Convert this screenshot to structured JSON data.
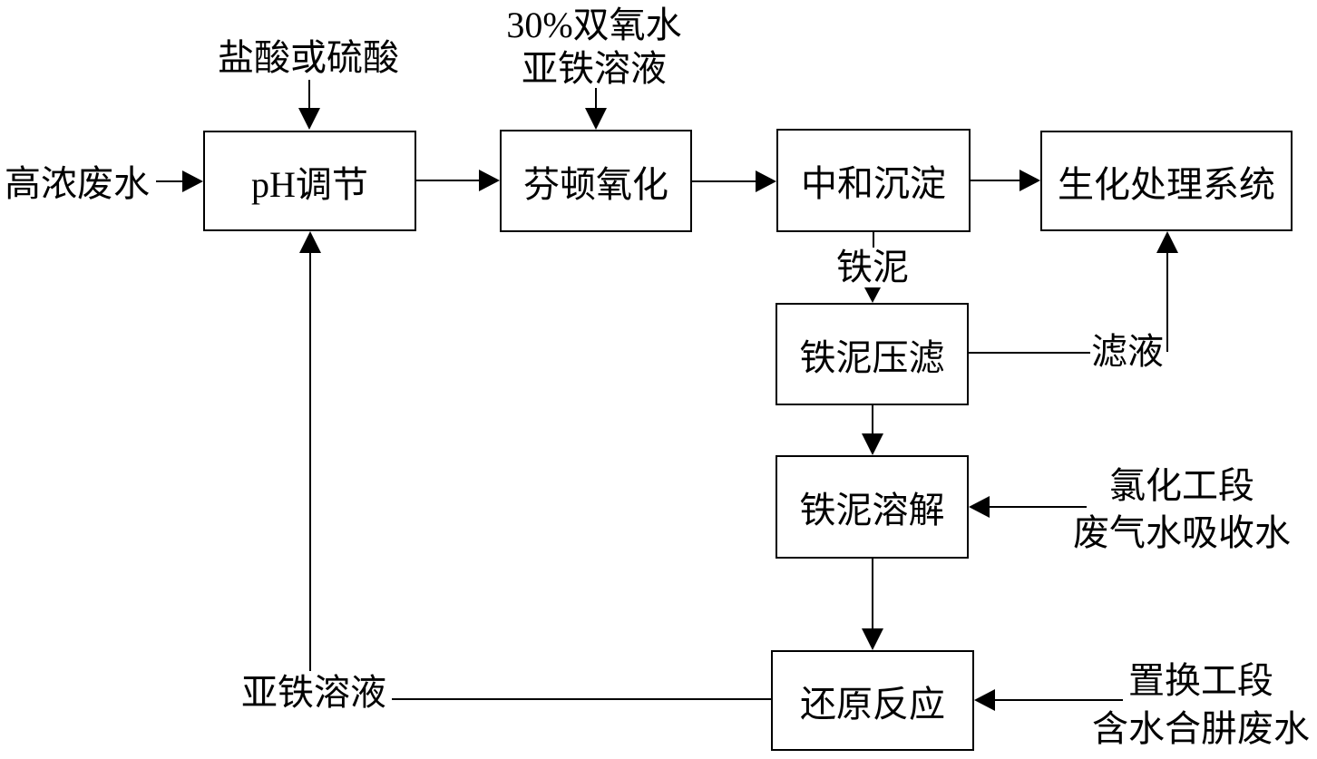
{
  "diagram": {
    "type": "flowchart",
    "colors": {
      "line": "#000000",
      "background": "#ffffff",
      "text": "#000000"
    },
    "nodes": {
      "ph": "pH调节",
      "fenton": "芬顿氧化",
      "neutralize": "中和沉淀",
      "bio": "生化处理系统",
      "press": "铁泥压滤",
      "dissolve": "铁泥溶解",
      "reduce": "还原反应"
    },
    "labels": {
      "feed": "高浓废水",
      "acid": "盐酸或硫酸",
      "peroxide_line1": "30%双氧水",
      "peroxide_line2": "亚铁溶液",
      "iron_mud": "铁泥",
      "filtrate": "滤液",
      "chlorination_line1": "氯化工段",
      "chlorination_line2": "废气水吸收水",
      "displacement_line1": "置换工段",
      "displacement_line2": "含水合肼废水",
      "ferrous_return": "亚铁溶液"
    },
    "edges": [
      "高浓废水 -> pH调节",
      "盐酸或硫酸 -> pH调节",
      "30%双氧水 亚铁溶液 -> 芬顿氧化",
      "pH调节 -> 芬顿氧化",
      "芬顿氧化 -> 中和沉淀",
      "中和沉淀 -> 生化处理系统",
      "中和沉淀 -> (铁泥) -> 铁泥压滤",
      "铁泥压滤 -> (滤液) -> 生化处理系统",
      "铁泥压滤 -> 铁泥溶解",
      "氯化工段 废气水吸收水 -> 铁泥溶解",
      "铁泥溶解 -> 还原反应",
      "置换工段 含水合肼废水 -> 还原反应",
      "还原反应 -> (亚铁溶液) -> pH调节"
    ]
  }
}
